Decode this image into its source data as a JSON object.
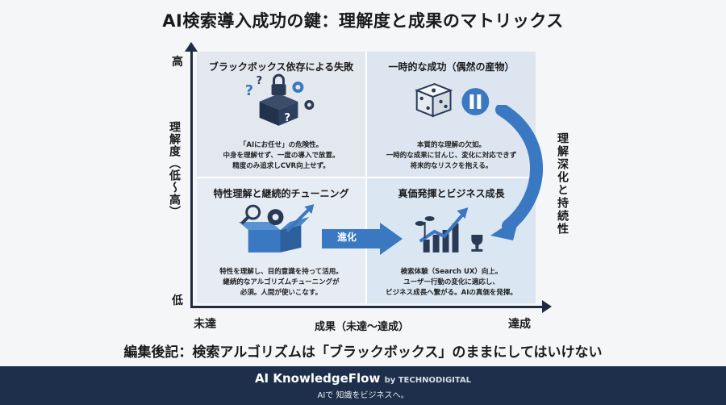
{
  "title": "AI検索導入成功の鍵：理解度と成果のマトリックス",
  "axes": {
    "y_high": "高",
    "y_low": "低",
    "y_title": "理解度（低〜高）",
    "x_left": "未達",
    "x_mid": "成果（未達〜達成）",
    "x_right": "達成"
  },
  "right_label": "理解深化と持続性",
  "quadrants": {
    "top_left": {
      "title": "ブラックボックス依存による失敗",
      "lines": [
        "「AIにお任せ」の危険性。",
        "中身を理解せず、一度の導入で放置。",
        "精度のみ追求しCVR向上せず。"
      ]
    },
    "top_right": {
      "title": "一時的な成功（偶然の産物）",
      "lines": [
        "本質的な理解の欠如。",
        "一時的な成果に甘んじ、変化に対応できず",
        "将来的なリスクを抱える。"
      ]
    },
    "bottom_left": {
      "title": "特性理解と継続的チューニング",
      "lines": [
        "特性を理解し、目的意識を持って活用。",
        "継続的なアルゴリズムチューニングが",
        "必須。人間が使いこなす。"
      ]
    },
    "bottom_right": {
      "title": "真価発揮とビジネス成長",
      "lines": [
        "検索体験（Search UX）向上。",
        "ユーザー行動の変化に適応し、",
        "ビジネス成長へ繋がる。AIの真価を発揮。"
      ]
    }
  },
  "evolve_label": "進化",
  "caption": "編集後記：検索アルゴリズムは「ブラックボックス」のままにしてはいけない",
  "footer": {
    "brand": "AI KnowledgeFlow",
    "by": "by TECHNODIGITAL",
    "tagline": "AIで 知識をビジネスへ。"
  },
  "colors": {
    "accent_blue": "#3a78c2",
    "navy": "#1d2f4a",
    "icon_dark": "#2a3a55"
  }
}
